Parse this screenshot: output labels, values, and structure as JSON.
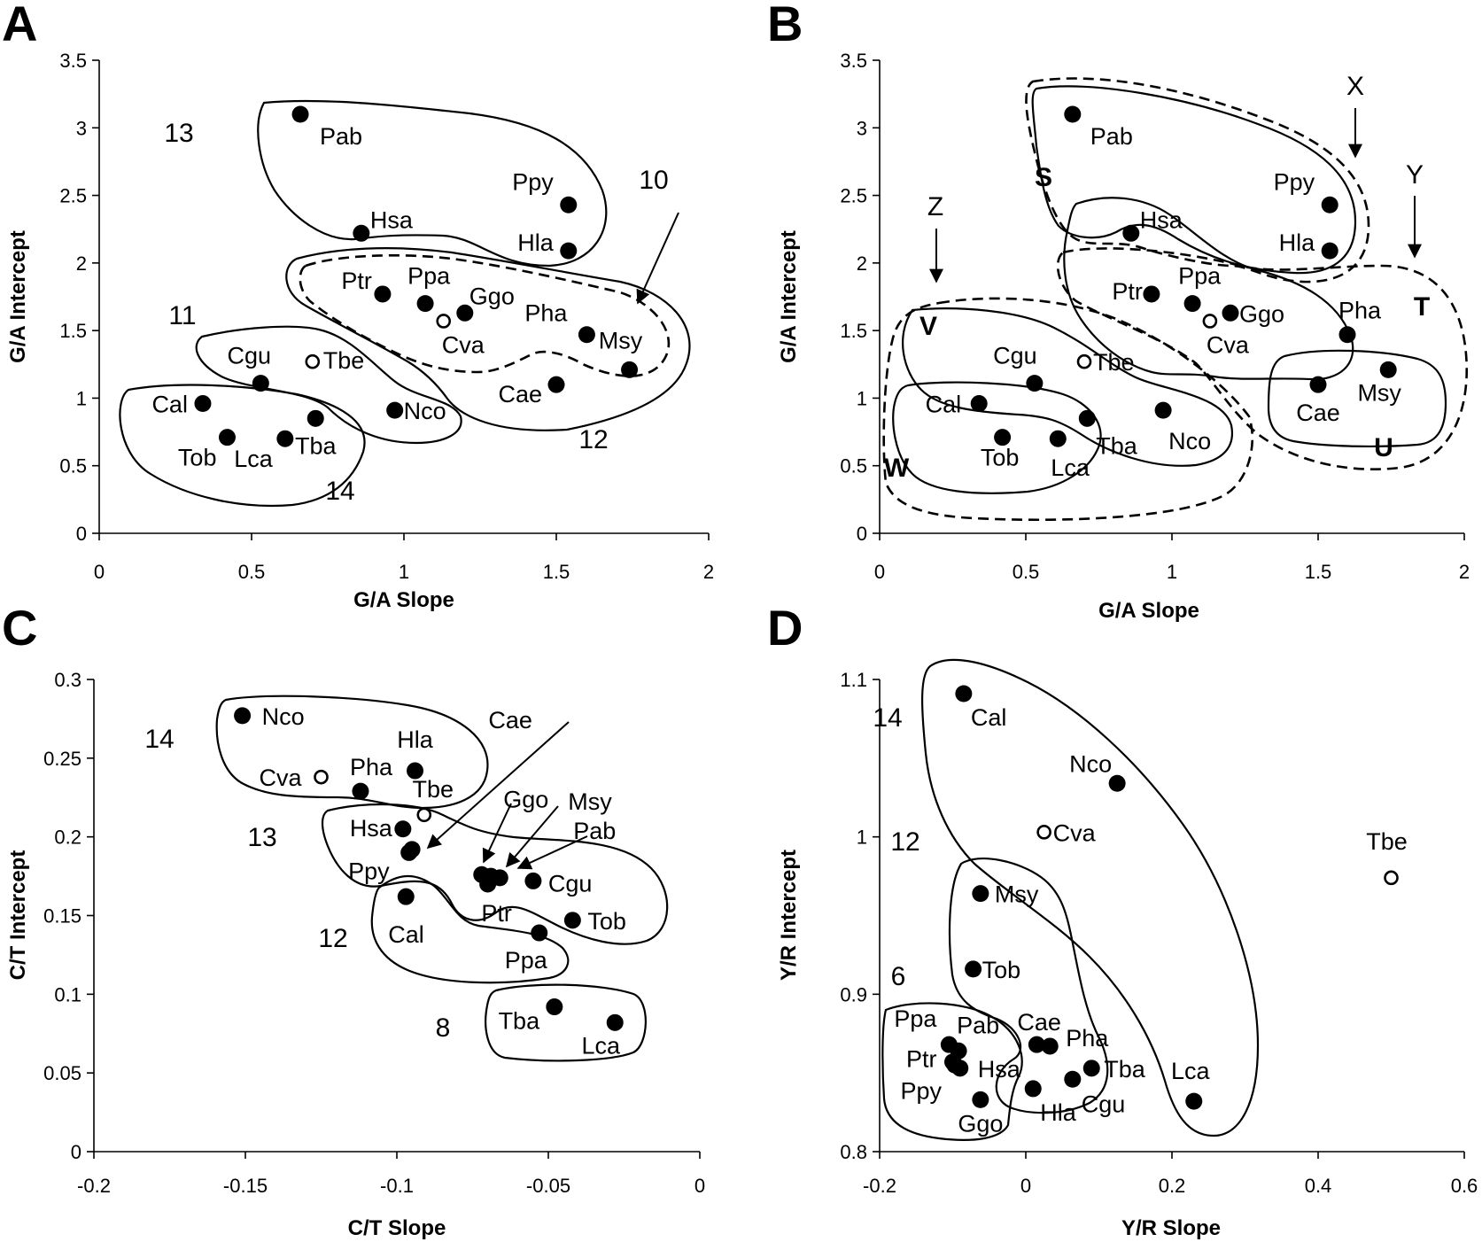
{
  "chart_data": [
    {
      "panel": "A",
      "type": "scatter",
      "xlabel": "G/A Slope",
      "ylabel": "G/A Intercept",
      "xlim": [
        0,
        2
      ],
      "ylim": [
        0,
        3.5
      ],
      "xticks": [
        "0",
        "0.5",
        "1",
        "1.5",
        "2"
      ],
      "yticks": [
        "0",
        "0.5",
        "1",
        "1.5",
        "2",
        "2.5",
        "3",
        "3.5"
      ],
      "points": [
        {
          "label": "Pab",
          "x": 0.66,
          "y": 3.1,
          "marker": "filled"
        },
        {
          "label": "Hsa",
          "x": 0.86,
          "y": 2.22,
          "marker": "filled"
        },
        {
          "label": "Ppy",
          "x": 1.54,
          "y": 2.43,
          "marker": "filled"
        },
        {
          "label": "Hla",
          "x": 1.54,
          "y": 2.09,
          "marker": "filled"
        },
        {
          "label": "Ptr",
          "x": 0.93,
          "y": 1.77,
          "marker": "filled"
        },
        {
          "label": "Ppa",
          "x": 1.07,
          "y": 1.7,
          "marker": "filled"
        },
        {
          "label": "Ggo",
          "x": 1.2,
          "y": 1.63,
          "marker": "filled"
        },
        {
          "label": "Cva",
          "x": 1.13,
          "y": 1.57,
          "marker": "open"
        },
        {
          "label": "Pha",
          "x": 1.6,
          "y": 1.47,
          "marker": "filled"
        },
        {
          "label": "Msy",
          "x": 1.74,
          "y": 1.21,
          "marker": "filled"
        },
        {
          "label": "Cae",
          "x": 1.5,
          "y": 1.1,
          "marker": "filled"
        },
        {
          "label": "Cgu",
          "x": 0.53,
          "y": 1.11,
          "marker": "filled"
        },
        {
          "label": "Tbe",
          "x": 0.7,
          "y": 1.27,
          "marker": "open"
        },
        {
          "label": "Nco",
          "x": 0.97,
          "y": 0.91,
          "marker": "filled"
        },
        {
          "label": "Cal",
          "x": 0.34,
          "y": 0.96,
          "marker": "filled"
        },
        {
          "label": "Tob",
          "x": 0.42,
          "y": 0.71,
          "marker": "filled"
        },
        {
          "label": "Lca",
          "x": 0.61,
          "y": 0.7,
          "marker": "filled"
        },
        {
          "label": "Tba",
          "x": 0.71,
          "y": 0.85,
          "marker": "filled"
        }
      ],
      "annotations": [
        "13",
        "11",
        "10",
        "12",
        "14"
      ]
    },
    {
      "panel": "B",
      "type": "scatter",
      "xlabel": "G/A Slope",
      "ylabel": "G/A Intercept",
      "xlim": [
        0,
        2
      ],
      "ylim": [
        0,
        3.5
      ],
      "xticks": [
        "0",
        "0.5",
        "1",
        "1.5",
        "2"
      ],
      "yticks": [
        "0",
        "0.5",
        "1",
        "1.5",
        "2",
        "2.5",
        "3",
        "3.5"
      ],
      "points": [
        {
          "label": "Pab",
          "x": 0.66,
          "y": 3.1,
          "marker": "filled"
        },
        {
          "label": "Hsa",
          "x": 0.86,
          "y": 2.22,
          "marker": "filled"
        },
        {
          "label": "Ppy",
          "x": 1.54,
          "y": 2.43,
          "marker": "filled"
        },
        {
          "label": "Hla",
          "x": 1.54,
          "y": 2.09,
          "marker": "filled"
        },
        {
          "label": "Ptr",
          "x": 0.93,
          "y": 1.77,
          "marker": "filled"
        },
        {
          "label": "Ppa",
          "x": 1.07,
          "y": 1.7,
          "marker": "filled"
        },
        {
          "label": "Ggo",
          "x": 1.2,
          "y": 1.63,
          "marker": "filled"
        },
        {
          "label": "Cva",
          "x": 1.13,
          "y": 1.57,
          "marker": "open"
        },
        {
          "label": "Pha",
          "x": 1.6,
          "y": 1.47,
          "marker": "filled"
        },
        {
          "label": "Msy",
          "x": 1.74,
          "y": 1.21,
          "marker": "filled"
        },
        {
          "label": "Cae",
          "x": 1.5,
          "y": 1.1,
          "marker": "filled"
        },
        {
          "label": "Cgu",
          "x": 0.53,
          "y": 1.11,
          "marker": "filled"
        },
        {
          "label": "Tbe",
          "x": 0.7,
          "y": 1.27,
          "marker": "open"
        },
        {
          "label": "Nco",
          "x": 0.97,
          "y": 0.91,
          "marker": "filled"
        },
        {
          "label": "Cal",
          "x": 0.34,
          "y": 0.96,
          "marker": "filled"
        },
        {
          "label": "Tob",
          "x": 0.42,
          "y": 0.71,
          "marker": "filled"
        },
        {
          "label": "Lca",
          "x": 0.61,
          "y": 0.7,
          "marker": "filled"
        },
        {
          "label": "Tba",
          "x": 0.71,
          "y": 0.85,
          "marker": "filled"
        }
      ],
      "annotations": [
        "S",
        "T",
        "U",
        "V",
        "W",
        "X",
        "Y",
        "Z"
      ]
    },
    {
      "panel": "C",
      "type": "scatter",
      "xlabel": "C/T Slope",
      "ylabel": "C/T Intercept",
      "xlim": [
        -0.2,
        0
      ],
      "ylim": [
        0,
        0.3
      ],
      "xticks": [
        "-0.2",
        "-0.15",
        "-0.1",
        "-0.05",
        "0"
      ],
      "yticks": [
        "0",
        "0.05",
        "0.1",
        "0.15",
        "0.2",
        "0.25",
        "0.3"
      ],
      "points": [
        {
          "label": "Nco",
          "x": -0.151,
          "y": 0.277,
          "marker": "filled"
        },
        {
          "label": "Cva",
          "x": -0.125,
          "y": 0.238,
          "marker": "open"
        },
        {
          "label": "Pha",
          "x": -0.112,
          "y": 0.229,
          "marker": "filled"
        },
        {
          "label": "Hla",
          "x": -0.094,
          "y": 0.242,
          "marker": "filled"
        },
        {
          "label": "Tbe",
          "x": -0.091,
          "y": 0.214,
          "marker": "open"
        },
        {
          "label": "Hsa",
          "x": -0.098,
          "y": 0.205,
          "marker": "filled"
        },
        {
          "label": "Ppy",
          "x": -0.096,
          "y": 0.19,
          "marker": "filled"
        },
        {
          "label": "Cae",
          "x": -0.095,
          "y": 0.192,
          "marker": "filled"
        },
        {
          "label": "Ggo",
          "x": -0.072,
          "y": 0.176,
          "marker": "filled"
        },
        {
          "label": "Msy",
          "x": -0.069,
          "y": 0.175,
          "marker": "filled"
        },
        {
          "label": "Pab",
          "x": -0.066,
          "y": 0.174,
          "marker": "filled"
        },
        {
          "label": "Ptr",
          "x": -0.07,
          "y": 0.17,
          "marker": "filled"
        },
        {
          "label": "Cgu",
          "x": -0.055,
          "y": 0.172,
          "marker": "filled"
        },
        {
          "label": "Cal",
          "x": -0.097,
          "y": 0.162,
          "marker": "filled"
        },
        {
          "label": "Tob",
          "x": -0.042,
          "y": 0.147,
          "marker": "filled"
        },
        {
          "label": "Ppa",
          "x": -0.053,
          "y": 0.139,
          "marker": "filled"
        },
        {
          "label": "Tba",
          "x": -0.048,
          "y": 0.092,
          "marker": "filled"
        },
        {
          "label": "Lca",
          "x": -0.028,
          "y": 0.082,
          "marker": "filled"
        }
      ],
      "annotations": [
        "14",
        "13",
        "12",
        "8"
      ]
    },
    {
      "panel": "D",
      "type": "scatter",
      "xlabel": "Y/R Slope",
      "ylabel": "Y/R Intercept",
      "xlim": [
        -0.2,
        0.6
      ],
      "ylim": [
        0.8,
        1.1
      ],
      "xticks": [
        "-0.2",
        "0",
        "0.2",
        "0.4",
        "0.6"
      ],
      "yticks": [
        "0.8",
        "0.9",
        "1",
        "1.1"
      ],
      "points": [
        {
          "label": "Cal",
          "x": -0.085,
          "y": 1.091,
          "marker": "filled"
        },
        {
          "label": "Nco",
          "x": 0.125,
          "y": 1.034,
          "marker": "filled"
        },
        {
          "label": "Cva",
          "x": 0.025,
          "y": 1.003,
          "marker": "open"
        },
        {
          "label": "Tbe",
          "x": 0.5,
          "y": 0.974,
          "marker": "open"
        },
        {
          "label": "Msy",
          "x": -0.062,
          "y": 0.964,
          "marker": "filled"
        },
        {
          "label": "Tob",
          "x": -0.072,
          "y": 0.916,
          "marker": "filled"
        },
        {
          "label": "Ppa",
          "x": -0.105,
          "y": 0.868,
          "marker": "filled"
        },
        {
          "label": "Pab",
          "x": -0.092,
          "y": 0.864,
          "marker": "filled"
        },
        {
          "label": "Ptr",
          "x": -0.1,
          "y": 0.857,
          "marker": "filled"
        },
        {
          "label": "Hsa",
          "x": -0.09,
          "y": 0.853,
          "marker": "filled"
        },
        {
          "label": "Ppy",
          "x": -0.097,
          "y": 0.855,
          "marker": "filled"
        },
        {
          "label": "Ggo",
          "x": -0.062,
          "y": 0.833,
          "marker": "filled"
        },
        {
          "label": "Cae",
          "x": 0.015,
          "y": 0.868,
          "marker": "filled"
        },
        {
          "label": "Pha",
          "x": 0.033,
          "y": 0.867,
          "marker": "filled"
        },
        {
          "label": "Hla",
          "x": 0.01,
          "y": 0.84,
          "marker": "filled"
        },
        {
          "label": "Cgu",
          "x": 0.064,
          "y": 0.846,
          "marker": "filled"
        },
        {
          "label": "Tba",
          "x": 0.09,
          "y": 0.853,
          "marker": "filled"
        },
        {
          "label": "Lca",
          "x": 0.23,
          "y": 0.832,
          "marker": "filled"
        }
      ],
      "annotations": [
        "14",
        "12",
        "6"
      ]
    }
  ]
}
